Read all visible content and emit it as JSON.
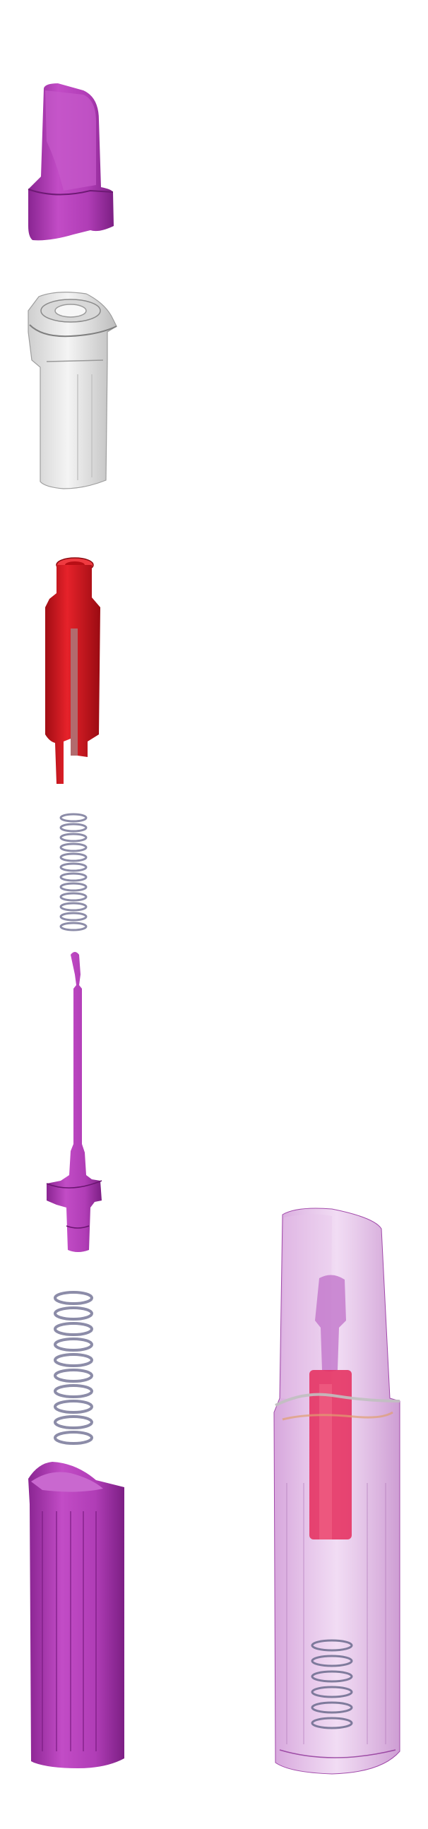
{
  "figure": {
    "parts": [
      {
        "id": "cap",
        "icon": "cap-icon"
      },
      {
        "id": "collar",
        "icon": "collar-icon"
      },
      {
        "id": "red-sleeve",
        "icon": "red-sleeve-icon"
      },
      {
        "id": "small-spring",
        "icon": "small-spring-icon"
      },
      {
        "id": "plunger",
        "icon": "plunger-icon"
      },
      {
        "id": "large-spring",
        "icon": "large-spring-icon"
      },
      {
        "id": "body",
        "icon": "body-icon"
      },
      {
        "id": "assembled",
        "icon": "assembled-device-icon"
      }
    ],
    "colors": {
      "magenta": "#b23cb8",
      "magenta_dark": "#7e1f86",
      "red": "#d9151d",
      "red_dark": "#9c0c12",
      "silver": "#e6e6e6",
      "silver_dark": "#a8a8a8",
      "spring": "#8c8ca8",
      "background": "#ffffff"
    }
  }
}
